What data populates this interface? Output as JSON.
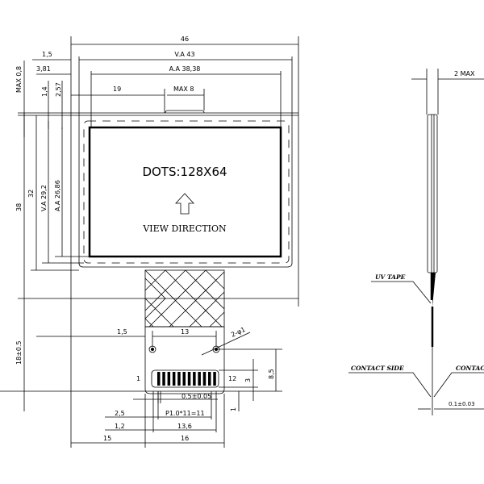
{
  "front_view": {
    "dims_top": {
      "overall_width": "46",
      "va_width": "V.A 43",
      "aa_width": "A.A 38,38",
      "offset_va": "1,5",
      "offset_aa": "3,81",
      "tab_offset": "19",
      "tab_width": "MAX 8",
      "tab_height": "MAX 0,8",
      "offset_v1": "1,4",
      "offset_v2": "2,57"
    },
    "dims_left": {
      "overall_height": "38",
      "panel_height": "32",
      "va_height": "V.A 29,2",
      "aa_height": "A.A 26,86",
      "fpc_length": "18±0.5"
    },
    "display": {
      "resolution": "DOTS:128X64",
      "view_direction": "VIEW DIRECTION"
    },
    "fpc_dims": {
      "hole_offset": "1,5",
      "hole_pitch": "13",
      "hole_dia": "2-φ1",
      "pin1": "1",
      "pin12": "12",
      "pad_height": "3",
      "hole_to_end": "8,5",
      "pad_to_end": "1",
      "pad_width": "0.5±0.05",
      "pitch": "P1.0*11=11",
      "pitch_offset": "2,5",
      "pad_span_offset": "1,2",
      "pad_span": "13,6",
      "fpc_offset": "15",
      "fpc_width": "16"
    }
  },
  "side_view": {
    "thickness": "2 MAX",
    "uv_tape": "UV TAPE",
    "contact_side_left": "CONTACT SIDE",
    "contact_side_right": "CONTACT SIDE",
    "fpc_thickness": "0.1±0.03"
  }
}
